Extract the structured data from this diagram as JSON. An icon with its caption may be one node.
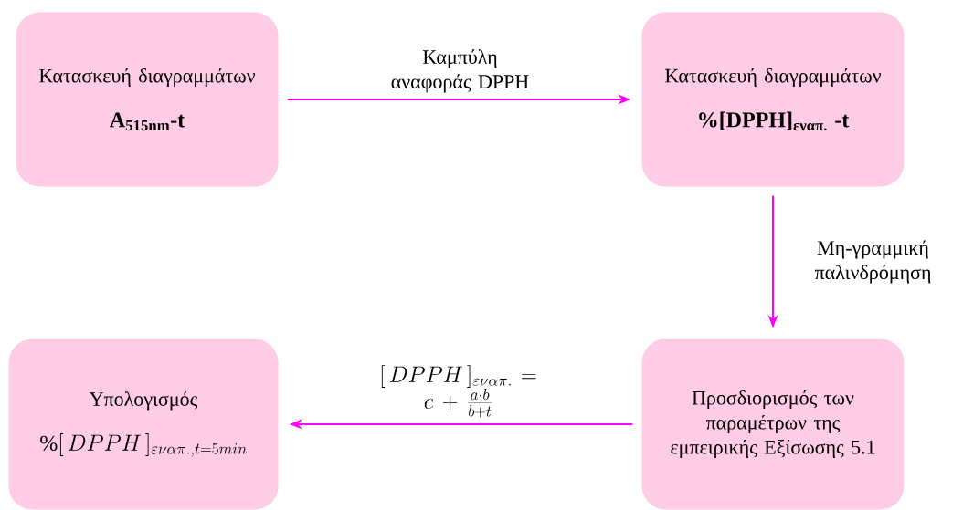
{
  "diagram": {
    "nodes": [
      {
        "text": [
          "Κατασκευή διαγραμμάτων",
          "A$_{515nm}$-t"
        ]
      },
      {
        "text": [
          "Κατασκευή διαγραμμάτων",
          "%[DPPH]$_{εναπ.}$ -t"
        ]
      },
      {
        "text": [
          "Προσδιορισμός των παραμέτρων της εμπειρικής Εξίσωσης 5.1"
        ]
      },
      {
        "text": [
          "Υπολογισμός",
          "\\%[\\,DPPH\\,]_{\\varepsilon\\nu\\alpha\\pi.,t=5min}"
        ]
      }
    ],
    "edges": [
      {
        "from": 0,
        "to": 1,
        "arrow": "to",
        "label": "Καμπύλη αναφοράς DPPH"
      },
      {
        "from": 1,
        "to": 2,
        "arrow": "to",
        "label": "Μη-γραμμική παλινδρόμηση"
      },
      {
        "from": 2,
        "to": 3,
        "arrow": "to",
        "label": "[\\,DPPH\\,]_{\\varepsilon\\nu\\alpha\\pi.}=c+\\frac{a\\cdot b}{b+t}"
      }
    ]
  }
}
